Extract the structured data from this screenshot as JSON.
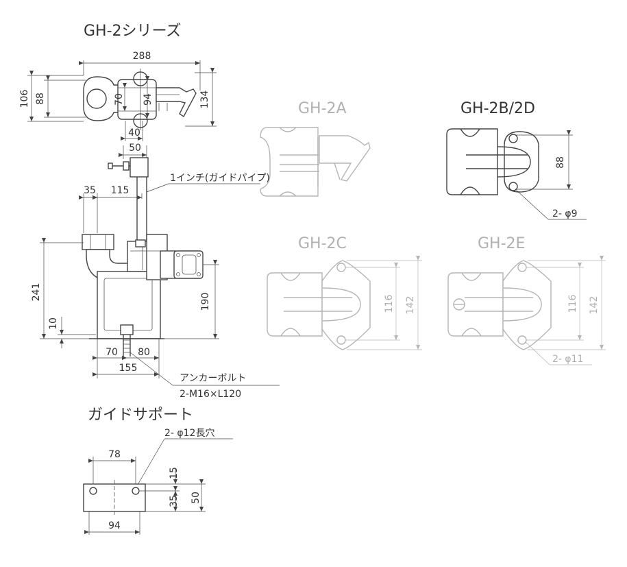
{
  "titles": {
    "series": "GH-2シリーズ",
    "gh2a": "GH-2A",
    "gh2bd": "GH-2B/2D",
    "gh2c": "GH-2C",
    "gh2e": "GH-2E",
    "guide_support": "ガイドサポート"
  },
  "callouts": {
    "guide_pipe": "1インチ(ガイドパイプ)",
    "anchor_bolt_1": "アンカーボルト",
    "anchor_bolt_2": "2-M16×L120",
    "hole_9": "2- φ9",
    "hole_11": "2- φ11",
    "hole_12": "2- φ12長穴"
  },
  "dims": {
    "d288": "288",
    "d106": "106",
    "d88": "88",
    "d70_top": "70",
    "d94_top": "94",
    "d134": "134",
    "d40": "40",
    "d50_top": "50",
    "d35": "35",
    "d115": "115",
    "d241": "241",
    "d10": "10",
    "d190": "190",
    "d70_bot": "70",
    "d80": "80",
    "d155": "155",
    "d88_b": "88",
    "d116_c": "116",
    "d142_c": "142",
    "d116_e": "116",
    "d142_e": "142",
    "d78": "78",
    "d15": "15",
    "d35_gs": "35",
    "d50_gs": "50",
    "d94_gs": "94"
  },
  "colors": {
    "line": "#444444",
    "faded": "#b5b5b5"
  }
}
